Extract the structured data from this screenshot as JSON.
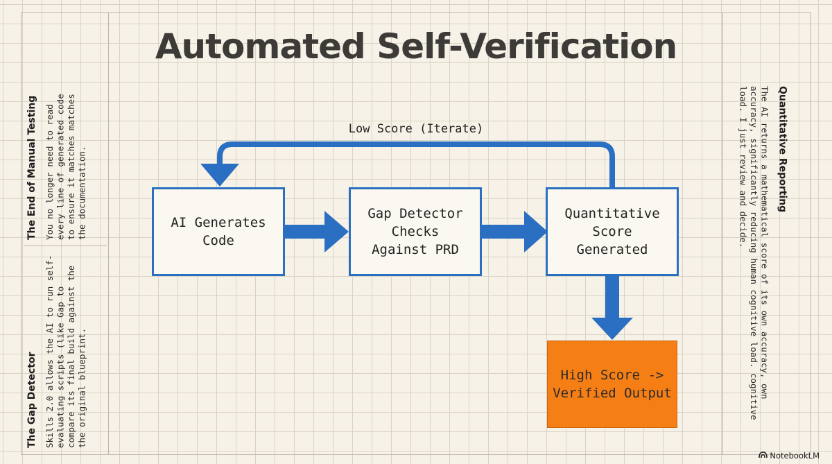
{
  "title": "Automated Self-Verification",
  "left_panel": [
    {
      "heading": "The End of Manual Testing",
      "body": "You no longer need to read every line of generated code to ensure it matches matches the documentation."
    },
    {
      "heading": "The Gap Detector",
      "body": "Skills 2.0 allows the AI to run self-evaluating scripts (like Gap to compare its final build against the the original blueprint."
    }
  ],
  "right_panel": {
    "heading": "Quantitative Reporting",
    "body": "The AI returns a mathematical score of its own accuracy, own accuracy, significantly reducing human cognitive load. cognitive load. I just review and decide."
  },
  "diagram": {
    "steps": [
      "AI Generates\nCode",
      "Gap Detector\nChecks\nAgainst PRD",
      "Quantitative\nScore\nGenerated"
    ],
    "output": "High Score ->\nVerified Output",
    "loop_label": "Low Score (Iterate)",
    "colors": {
      "arrow": "#2b6fc2",
      "box_border": "#2a6fc0",
      "output_fill": "#f57e15",
      "grid": "#d9d3c6",
      "background": "#f7f2e7"
    }
  },
  "brand": "NotebookLM"
}
